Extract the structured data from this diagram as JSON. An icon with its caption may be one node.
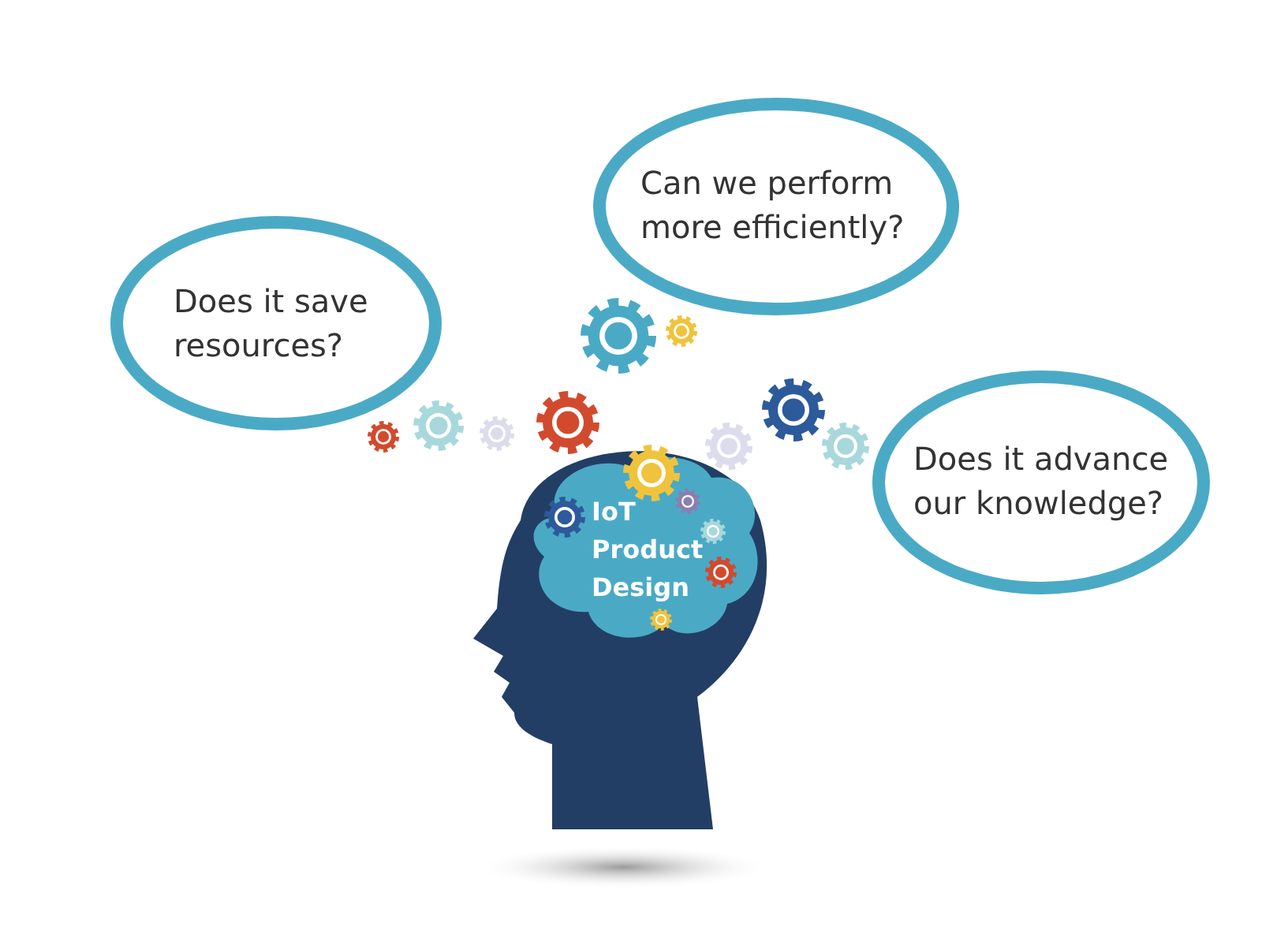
{
  "diagram": {
    "nodes": [
      {
        "text": [
          "Can we perform more efficiently?"
        ]
      },
      {
        "text": [
          "Does it save resources?"
        ]
      },
      {
        "text": [
          "Does it advance our knowledge?"
        ]
      },
      {
        "text": [
          "IoT Product Design"
        ]
      }
    ]
  }
}
